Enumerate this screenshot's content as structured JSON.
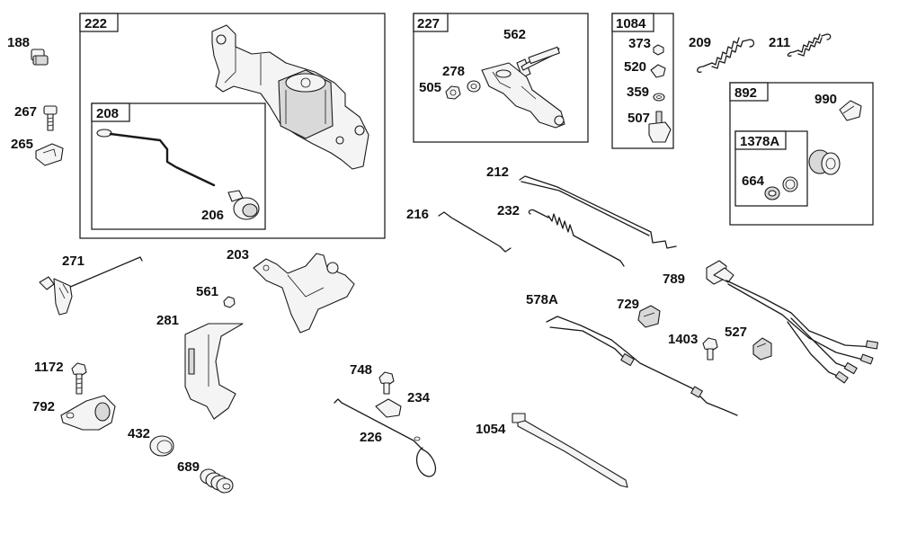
{
  "diagram": {
    "groups": {
      "g222": "222",
      "g208": "208",
      "g227": "227",
      "g1084": "1084",
      "g892": "892",
      "g1378A": "1378A"
    },
    "parts": {
      "p188": "188",
      "p267": "267",
      "p265": "265",
      "p206": "206",
      "p562": "562",
      "p278": "278",
      "p505": "505",
      "p373": "373",
      "p520": "520",
      "p359": "359",
      "p507": "507",
      "p209": "209",
      "p211": "211",
      "p990": "990",
      "p664": "664",
      "p212": "212",
      "p216": "216",
      "p232": "232",
      "p271": "271",
      "p203": "203",
      "p561": "561",
      "p281": "281",
      "p578A": "578A",
      "p729": "729",
      "p789": "789",
      "p1403": "1403",
      "p527": "527",
      "p1172": "1172",
      "p792": "792",
      "p432": "432",
      "p689": "689",
      "p748": "748",
      "p234": "234",
      "p226": "226",
      "p1054": "1054"
    }
  }
}
